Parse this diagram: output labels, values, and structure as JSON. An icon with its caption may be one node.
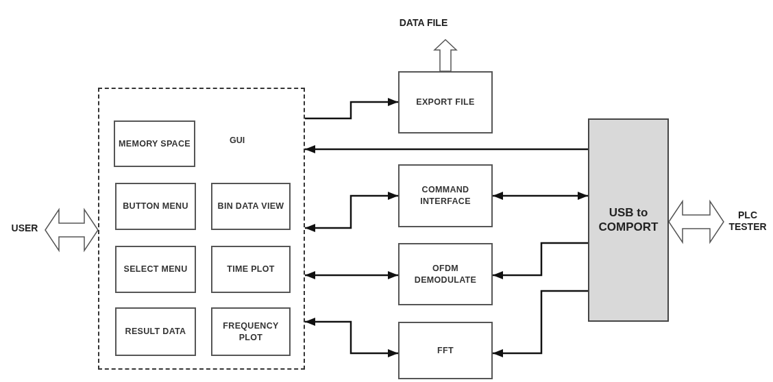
{
  "diagram": {
    "nodes": [
      {
        "text": [
          "GUI"
        ]
      },
      {
        "text": [
          "MEMORY SPACE"
        ],
        "in": 0
      },
      {
        "text": [
          "BUTTON MENU"
        ],
        "in": 0
      },
      {
        "text": [
          "BIN DATA VIEW"
        ],
        "in": 0
      },
      {
        "text": [
          "SELECT MENU"
        ],
        "in": 0
      },
      {
        "text": [
          "TIME PLOT"
        ],
        "in": 0
      },
      {
        "text": [
          "RESULT DATA"
        ],
        "in": 0
      },
      {
        "text": [
          "FREQUENCY PLOT"
        ],
        "in": 0
      },
      {
        "text": [
          "USER"
        ]
      },
      {
        "text": [
          "DATA FILE"
        ]
      },
      {
        "text": [
          "EXPORT FILE"
        ]
      },
      {
        "text": [
          "COMMAND INTERFACE"
        ]
      },
      {
        "text": [
          "OFDM DEMODULATE"
        ]
      },
      {
        "text": [
          "FFT"
        ]
      },
      {
        "text": [
          "USB to COMPORT"
        ]
      },
      {
        "text": [
          "PLC TESTER"
        ]
      }
    ],
    "edges": [
      {
        "from": 8,
        "to": 0,
        "arrow": "both",
        "style": "thick"
      },
      {
        "from": 10,
        "to": 9,
        "arrow": "to",
        "style": "thick"
      },
      {
        "from": 0,
        "to": 10,
        "arrow": "to"
      },
      {
        "from": 14,
        "to": 0,
        "arrow": "to"
      },
      {
        "from": 0,
        "to": 11,
        "arrow": "both"
      },
      {
        "from": 11,
        "to": 14,
        "arrow": "both"
      },
      {
        "from": 0,
        "to": 12,
        "arrow": "both"
      },
      {
        "from": 14,
        "to": 12,
        "arrow": "to"
      },
      {
        "from": 0,
        "to": 13,
        "arrow": "both"
      },
      {
        "from": 14,
        "to": 13,
        "arrow": "to"
      },
      {
        "from": 14,
        "to": 15,
        "arrow": "both",
        "style": "thick"
      }
    ]
  }
}
